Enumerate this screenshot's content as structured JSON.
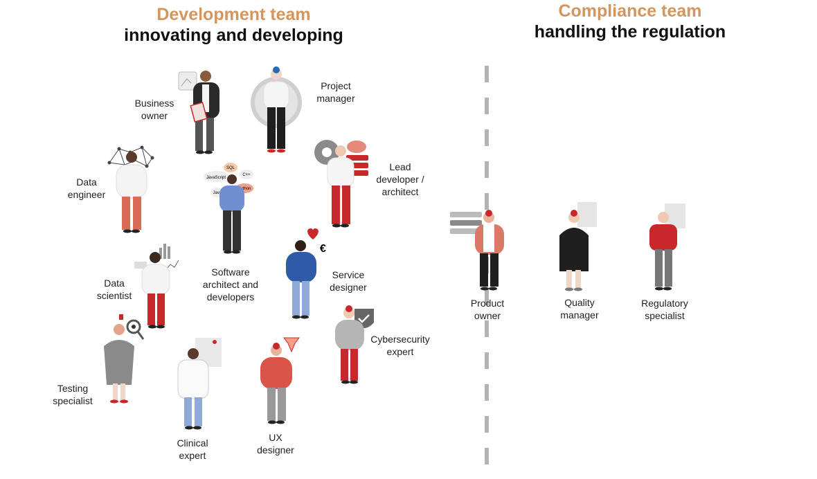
{
  "development_team": {
    "title": "Development team",
    "subtitle": "innovating and developing",
    "roles": {
      "business_owner": "Business\nowner",
      "project_manager": "Project\nmanager",
      "data_engineer": "Data\nengineer",
      "lead_developer": "Lead\ndeveloper /\narchitect",
      "software_architect": "Software\narchitect and\ndevelopers",
      "data_scientist": "Data\nscientist",
      "service_designer": "Service\ndesigner",
      "testing_specialist": "Testing\nspecialist",
      "cybersecurity_expert": "Cybersecurity\nexpert",
      "clinical_expert": "Clinical\nexpert",
      "ux_designer": "UX\ndesigner"
    },
    "code_bubbles": [
      "SQL",
      "C++",
      "JavaScript",
      "Java",
      "Python"
    ],
    "currency_symbol": "€"
  },
  "compliance_team": {
    "title": "Compliance team",
    "subtitle": "handling the regulation",
    "roles": {
      "product_owner": "Product\nowner",
      "quality_manager": "Quality\nmanager",
      "regulatory_specialist": "Regulatory\nspecialist"
    }
  },
  "colors": {
    "accent": "#d4955f",
    "red": "#c8282c",
    "divider": "#b3b3b3"
  },
  "icons": [
    "network-icon",
    "gear-icon",
    "cloud-icon",
    "server-icon",
    "heart-icon",
    "euro-icon",
    "shield-check-icon",
    "magnifier-icon",
    "chart-icon",
    "document-icon",
    "diamond-icon",
    "clipboard-icon"
  ]
}
